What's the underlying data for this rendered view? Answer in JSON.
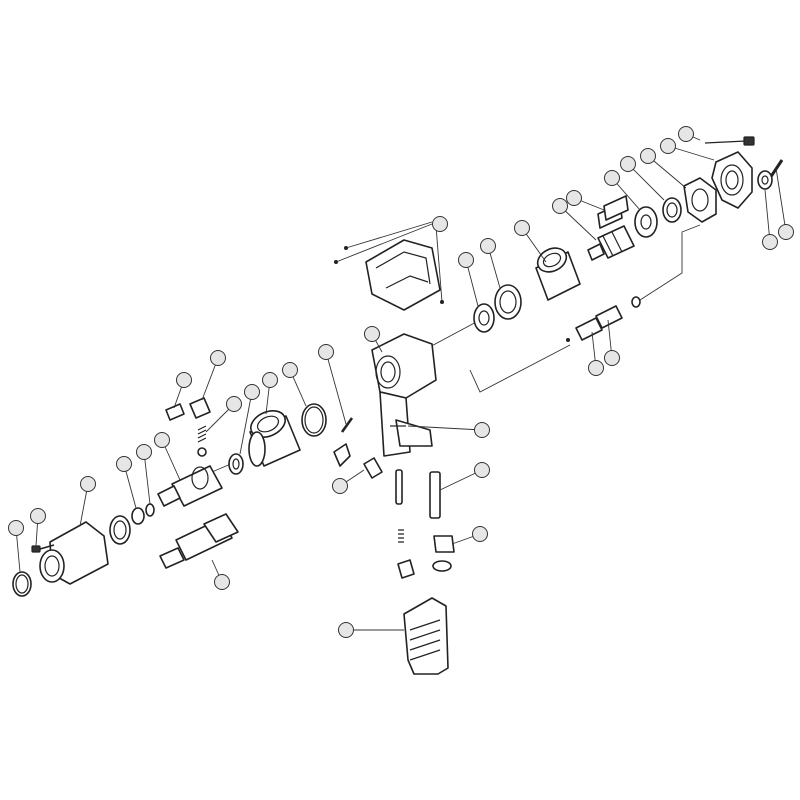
{
  "diagram": {
    "kind": "exploded parts view",
    "colors": {
      "background": "#ffffff",
      "line": "#222222",
      "balloon_fill": "#e6e6e6"
    },
    "callouts": [
      {
        "id": "c-screw-top",
        "near": "screw-top"
      },
      {
        "id": "c-end-plate",
        "near": "end-plate"
      },
      {
        "id": "c-pin-far",
        "near": "pin-far"
      },
      {
        "id": "c-bearing-far",
        "near": "bearing-far"
      },
      {
        "id": "c-gasket",
        "near": "gasket"
      },
      {
        "id": "c-ring-rear",
        "near": "ring-rear"
      },
      {
        "id": "c-rear-plate",
        "near": "rear-plate"
      },
      {
        "id": "c-vane",
        "near": "vane"
      },
      {
        "id": "c-rotor",
        "near": "rotor"
      },
      {
        "id": "c-cylinder",
        "near": "cylinder"
      },
      {
        "id": "c-bearing-front",
        "near": "bearing-front"
      },
      {
        "id": "c-front-plate",
        "near": "front-plate"
      },
      {
        "id": "c-shroud",
        "near": "exhaust-cover"
      },
      {
        "id": "c-valve-stem",
        "near": "valve-stem"
      },
      {
        "id": "c-valve",
        "near": "valve-body"
      },
      {
        "id": "c-housing",
        "near": "housing"
      },
      {
        "id": "c-hammer-cage",
        "near": "hammer-cage"
      },
      {
        "id": "c-oring-cage",
        "near": "oring-cage"
      },
      {
        "id": "c-pin-hammer",
        "near": "pin-hammer"
      },
      {
        "id": "c-washer",
        "near": "washer"
      },
      {
        "id": "c-spring",
        "near": "spring"
      },
      {
        "id": "c-ball",
        "near": "ball"
      },
      {
        "id": "c-plunger",
        "near": "plunger"
      },
      {
        "id": "c-anvil",
        "near": "anvil"
      },
      {
        "id": "c-anvil-long",
        "near": "anvil-long"
      },
      {
        "id": "c-bushing",
        "near": "bushing"
      },
      {
        "id": "c-seal",
        "near": "seal"
      },
      {
        "id": "c-nose",
        "near": "front-case"
      },
      {
        "id": "c-oring-front",
        "near": "oring-front"
      },
      {
        "id": "c-bolt-front",
        "near": "bolt-front"
      },
      {
        "id": "c-trigger",
        "near": "trigger"
      },
      {
        "id": "c-reverse-lever",
        "near": "reverse-lever"
      },
      {
        "id": "c-throttle",
        "near": "throttle-rod"
      },
      {
        "id": "c-inlet",
        "near": "air-inlet"
      },
      {
        "id": "c-grip",
        "near": "grip"
      }
    ]
  }
}
